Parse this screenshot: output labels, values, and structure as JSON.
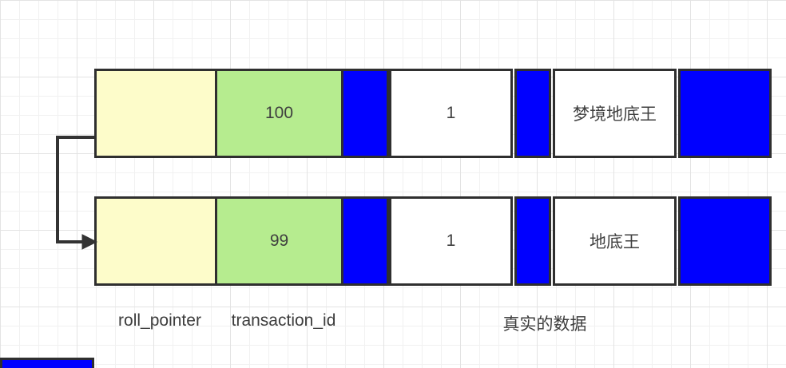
{
  "diagram": {
    "description": "MVCC undo-log version chain diagram: two row versions linked by a roll pointer arrow",
    "rows": [
      {
        "transaction_id": "100",
        "id_value": "1",
        "data_value": "梦境地底王"
      },
      {
        "transaction_id": "99",
        "id_value": "1",
        "data_value": "地底王"
      }
    ],
    "labels": {
      "roll_pointer": "roll_pointer",
      "transaction_id": "transaction_id",
      "real_data": "真实的数据"
    },
    "colors": {
      "roll_pointer_cell": "#fdfcca",
      "transaction_id_cell": "#b6ec8f",
      "separator_cell": "#0000ff",
      "data_cell": "#ffffff",
      "border": "#2f2f2f",
      "arrow": "#333333",
      "grid_line": "#e3e3e3"
    }
  }
}
